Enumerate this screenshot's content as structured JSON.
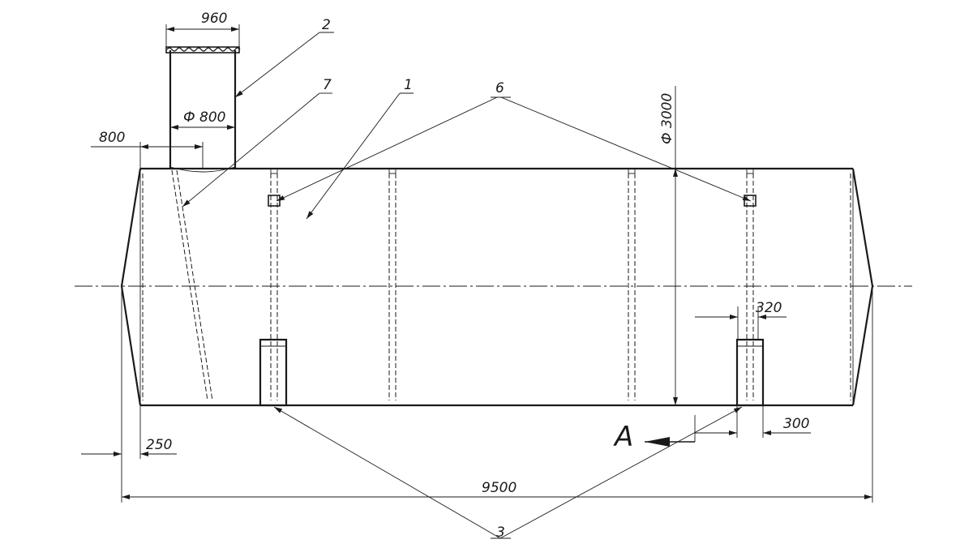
{
  "drawing": {
    "dimensions": {
      "flange_width": "960",
      "pipe_diameter": "Ф 800",
      "offset_left": "800",
      "shell_diameter": "Ф 3000",
      "bracket_width": "320",
      "support_width": "300",
      "head_depth": "250",
      "overall_length": "9500"
    },
    "callouts": {
      "c1": "1",
      "c2": "2",
      "c3": "3",
      "c6": "6",
      "c7": "7"
    },
    "view_label": "A"
  }
}
